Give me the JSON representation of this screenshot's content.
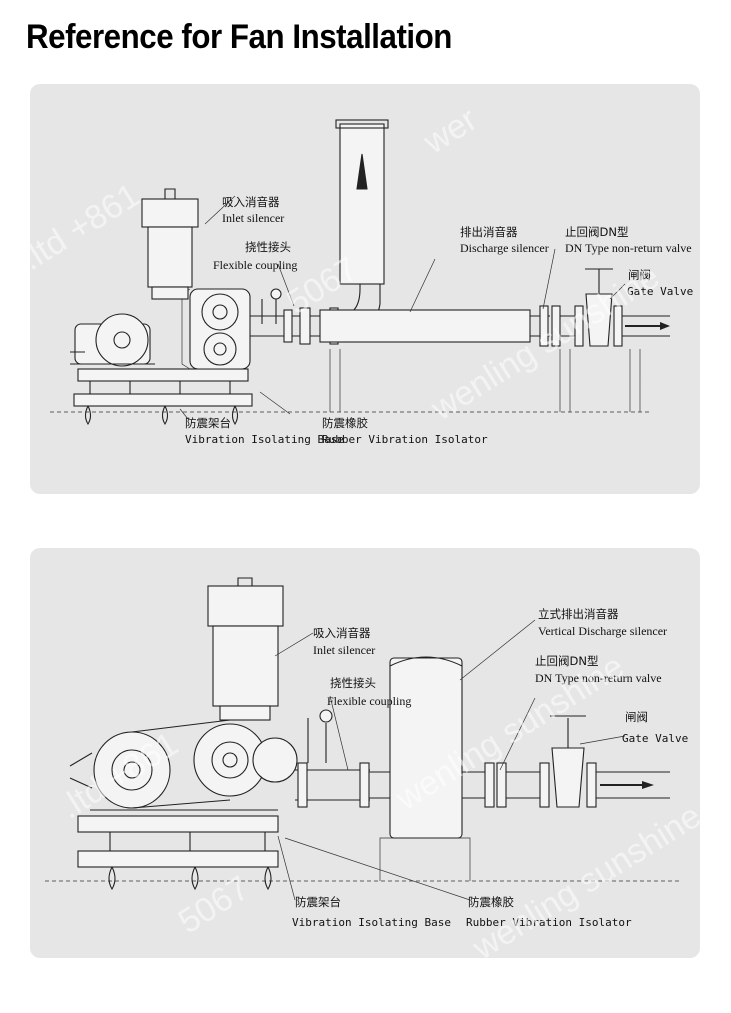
{
  "title": "Reference for Fan Installation",
  "watermark": {
    "text1": ".ltd +861",
    "text2": "wenling sunshine",
    "text3": "5067",
    "text4": "wer"
  },
  "diagram1": {
    "inlet_silencer_cn": "吸入消音器",
    "inlet_silencer_en": "Inlet silencer",
    "flexible_coupling_cn": "挠性接头",
    "flexible_coupling_en": "Flexible coupling",
    "discharge_silencer_cn": "排出消音器",
    "discharge_silencer_en": "Discharge silencer",
    "non_return_valve_cn": "止回阀DN型",
    "non_return_valve_en": "DN Type non-return valve",
    "gate_valve_cn": "闸阀",
    "gate_valve_en": "Gate Valve",
    "vibration_base_cn": "防震架台",
    "vibration_base_en": "Vibration Isolating Base",
    "rubber_isolator_cn": "防震橡胶",
    "rubber_isolator_en": "Rubber Vibration Isolator"
  },
  "diagram2": {
    "inlet_silencer_cn": "吸入消音器",
    "inlet_silencer_en": "Inlet silencer",
    "flexible_coupling_cn": "挠性接头",
    "flexible_coupling_en": "Flexible coupling",
    "vertical_silencer_cn": "立式排出消音器",
    "vertical_silencer_en": "Vertical Discharge silencer",
    "non_return_valve_cn": "止回阀DN型",
    "non_return_valve_en": "DN Type non-return valve",
    "gate_valve_cn": "闸阀",
    "gate_valve_en": "Gate Valve",
    "vibration_base_cn": "防震架台",
    "vibration_base_en": "Vibration Isolating Base",
    "rubber_isolator_cn": "防震橡胶",
    "rubber_isolator_en": "Rubber Vibration Isolator"
  }
}
